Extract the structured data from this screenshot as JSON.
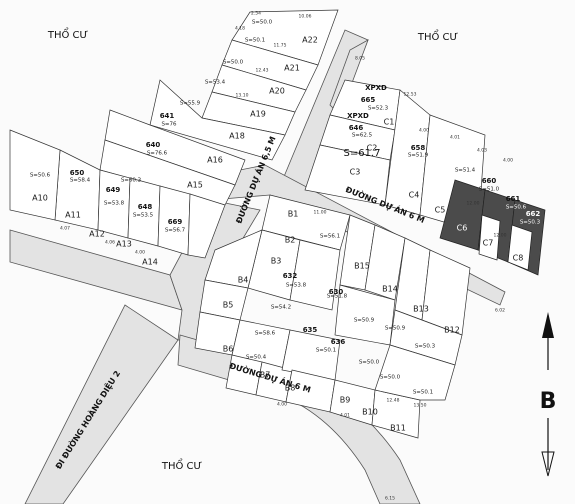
{
  "zones": [
    {
      "key": "tl",
      "text": "THỔ CƯ"
    },
    {
      "key": "tr",
      "text": "THỔ CƯ"
    },
    {
      "key": "bl",
      "text": "THỔ CƯ"
    }
  ],
  "roads": [
    {
      "key": "r1",
      "text": "ĐƯỜNG DỰ ÁN 6,5 M"
    },
    {
      "key": "r2",
      "text": "ĐƯỜNG DỰ ÁN 6 M"
    },
    {
      "key": "r3",
      "text": "ĐƯỜNG DỰ ÁN 6 M"
    },
    {
      "key": "r4",
      "text": "ĐI ĐƯỜNG HOÀNG DIỆU 2"
    }
  ],
  "plots": [
    {
      "key": "A22",
      "name": "A22",
      "area": "S=50.0"
    },
    {
      "key": "A21",
      "name": "A21",
      "area": "S=50.1"
    },
    {
      "key": "A20",
      "name": "A20",
      "area": "S=50.0"
    },
    {
      "key": "A19",
      "name": "A19",
      "area": "S=53.4"
    },
    {
      "key": "A18",
      "name": "A18",
      "area": "S=55.9"
    },
    {
      "key": "A16",
      "name": "A16",
      "area": "S=76.6"
    },
    {
      "key": "A15",
      "name": "A15",
      "area": "S=60.3"
    },
    {
      "key": "A14",
      "name": "A14",
      "area": "S=56.7"
    },
    {
      "key": "A13",
      "name": "A13",
      "area": "S=53.5"
    },
    {
      "key": "A12",
      "name": "A12",
      "area": "S=53.8"
    },
    {
      "key": "A11",
      "name": "A11",
      "area": "S=58.4"
    },
    {
      "key": "A10",
      "name": "A10",
      "area": "S=50.6"
    },
    {
      "key": "C1",
      "name": "C1",
      "area": ""
    },
    {
      "key": "C2",
      "name": "C2",
      "area": ""
    },
    {
      "key": "C3",
      "name": "C3",
      "area": "S=61.7"
    },
    {
      "key": "C4",
      "name": "C4",
      "area": "S=51.9"
    },
    {
      "key": "C5",
      "name": "C5",
      "area": "S=51.4"
    },
    {
      "key": "C6",
      "name": "C6",
      "area": ""
    },
    {
      "key": "C7",
      "name": "C7",
      "area": "S=50.6"
    },
    {
      "key": "C8",
      "name": "C8",
      "area": "S=50.3"
    },
    {
      "key": "B1",
      "name": "B1",
      "area": "S=56.1"
    },
    {
      "key": "B2",
      "name": "B2",
      "area": ""
    },
    {
      "key": "B3",
      "name": "B3",
      "area": ""
    },
    {
      "key": "B4",
      "name": "B4",
      "area": "S=53.8"
    },
    {
      "key": "B5",
      "name": "B5",
      "area": "S=54.2"
    },
    {
      "key": "B6",
      "name": "B6",
      "area": "S=58.6"
    },
    {
      "key": "B7",
      "name": "B7",
      "area": "S=50.4"
    },
    {
      "key": "B8",
      "name": "B8",
      "area": "S=50.1"
    },
    {
      "key": "B9",
      "name": "B9",
      "area": "S=50.0"
    },
    {
      "key": "B10",
      "name": "B10",
      "area": "S=50.0"
    },
    {
      "key": "B11",
      "name": "B11",
      "area": "S=50.1"
    },
    {
      "key": "B12",
      "name": "B12",
      "area": "S=50.3"
    },
    {
      "key": "B13",
      "name": "B13",
      "area": "S=50.9"
    },
    {
      "key": "B14",
      "name": "B14",
      "area": "S=50.9"
    },
    {
      "key": "B15",
      "name": "B15",
      "area": "S=51.8"
    }
  ],
  "bold_labels": [
    {
      "key": "b641",
      "text": "641"
    },
    {
      "key": "b640",
      "text": "640"
    },
    {
      "key": "b650",
      "text": "650"
    },
    {
      "key": "b649",
      "text": "649"
    },
    {
      "key": "b648",
      "text": "648"
    },
    {
      "key": "b669",
      "text": "669"
    },
    {
      "key": "b632",
      "text": "632"
    },
    {
      "key": "b630",
      "text": "630"
    },
    {
      "key": "b635",
      "text": "635"
    },
    {
      "key": "b636",
      "text": "636"
    },
    {
      "key": "b665",
      "text": "665"
    },
    {
      "key": "b646",
      "text": "646"
    },
    {
      "key": "b658",
      "text": "658"
    },
    {
      "key": "b660",
      "text": "660"
    },
    {
      "key": "b661",
      "text": "661"
    },
    {
      "key": "b662",
      "text": "662"
    },
    {
      "key": "bxpxd1",
      "text": "XPXD"
    },
    {
      "key": "bxpxd2",
      "text": "XPXD"
    }
  ],
  "extra_areas": [
    {
      "key": "e641",
      "text": "S=76"
    },
    {
      "key": "e660",
      "text": "S=51.0"
    },
    {
      "key": "e665",
      "text": "S=52.3"
    },
    {
      "key": "e646",
      "text": "S=62.5"
    }
  ],
  "dimensions": [
    {
      "key": "d1",
      "text": "4.18"
    },
    {
      "key": "d2",
      "text": "2.54"
    },
    {
      "key": "d3",
      "text": "10.06"
    },
    {
      "key": "d4",
      "text": "11.75"
    },
    {
      "key": "d5",
      "text": "12.43"
    },
    {
      "key": "d6",
      "text": "13.10"
    },
    {
      "key": "d7",
      "text": "4.07"
    },
    {
      "key": "d8",
      "text": "4.06"
    },
    {
      "key": "d9",
      "text": "4.00"
    },
    {
      "key": "d10",
      "text": "11.00"
    },
    {
      "key": "d11",
      "text": "4.00"
    },
    {
      "key": "d12",
      "text": "4.01"
    },
    {
      "key": "d13",
      "text": "12.53"
    },
    {
      "key": "d14",
      "text": "8.05"
    },
    {
      "key": "d15",
      "text": "4.03"
    },
    {
      "key": "d16",
      "text": "4.00"
    },
    {
      "key": "d17",
      "text": "12.00"
    },
    {
      "key": "d18",
      "text": "12.00"
    },
    {
      "key": "d19",
      "text": "6.02"
    },
    {
      "key": "d20",
      "text": "4.00"
    },
    {
      "key": "d21",
      "text": "4.01"
    },
    {
      "key": "d22",
      "text": "12.48"
    },
    {
      "key": "d23",
      "text": "13.50"
    },
    {
      "key": "d24",
      "text": "6.15"
    }
  ],
  "north": {
    "letter": "B"
  }
}
